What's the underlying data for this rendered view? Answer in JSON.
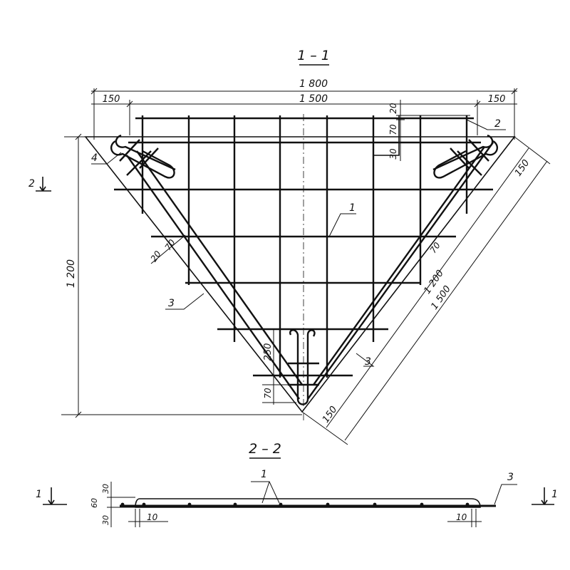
{
  "sections": {
    "plan_title": "1 – 1",
    "profile_title": "2 – 2"
  },
  "dimensions": {
    "overall_width": "1 800",
    "inner_width": "1 500",
    "left_offset": "150",
    "right_offset": "150",
    "top_gap_20": "20",
    "top_gap_70": "70",
    "top_gap_30": "30",
    "height": "1 200",
    "side_150": "150",
    "side_1200": "1 200",
    "side_1500": "1 500",
    "bottom_150": "150",
    "left_20": "20",
    "left_70": "70",
    "right_70": "70",
    "bottom_250": "250",
    "bottom_70": "70",
    "profile_30_top": "30",
    "profile_60": "60",
    "profile_30_bottom": "30",
    "profile_10_left": "10",
    "profile_10_right": "10"
  },
  "markers": {
    "section_2_left": "2",
    "section_1_left": "1",
    "section_1_right": "1"
  },
  "positions": {
    "pos_1_plan": "1",
    "pos_2": "2",
    "pos_3_left": "3",
    "pos_3_right": "3",
    "pos_4": "4",
    "pos_1_profile": "1",
    "pos_3_profile": "3"
  }
}
